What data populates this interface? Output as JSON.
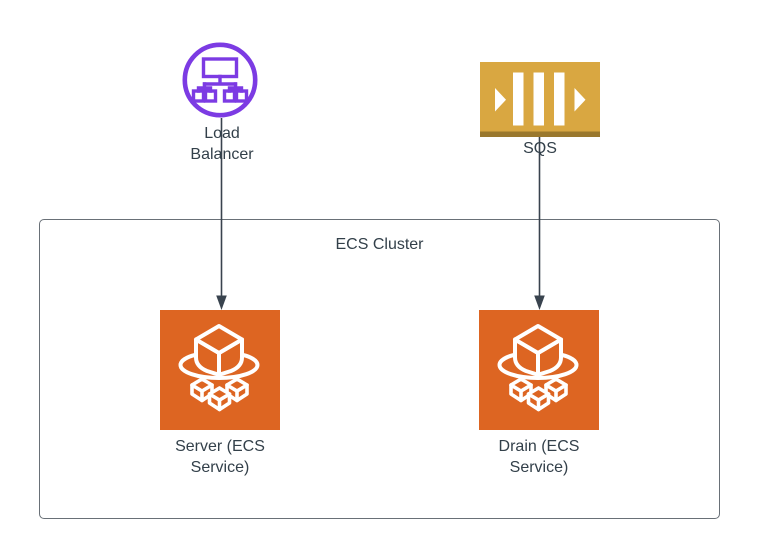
{
  "diagram": {
    "cluster": {
      "label": "ECS Cluster"
    },
    "nodes": {
      "load_balancer": {
        "label": "Load\nBalancer",
        "icon": "load-balancer-icon"
      },
      "sqs": {
        "label": "SQS",
        "icon": "sqs-queue-icon"
      },
      "server_service": {
        "label": "Server (ECS\nService)",
        "icon": "ecs-service-icon"
      },
      "drain_service": {
        "label": "Drain (ECS\nService)",
        "icon": "ecs-service-icon"
      }
    },
    "edges": [
      {
        "from": "load_balancer",
        "to": "server_service",
        "direction": "down"
      },
      {
        "from": "sqs",
        "to": "drain_service",
        "direction": "down"
      }
    ]
  },
  "theme": {
    "bg": "#FFFFFF",
    "ink": "#33404A",
    "edge-stroke": "#39434E",
    "cluster-border": "#697077",
    "lb-purple": "#7C3BE3",
    "sqs-gold": "#D9A741",
    "sqs-shadow": "#9A782D",
    "ecs-orange": "#DD6522"
  }
}
